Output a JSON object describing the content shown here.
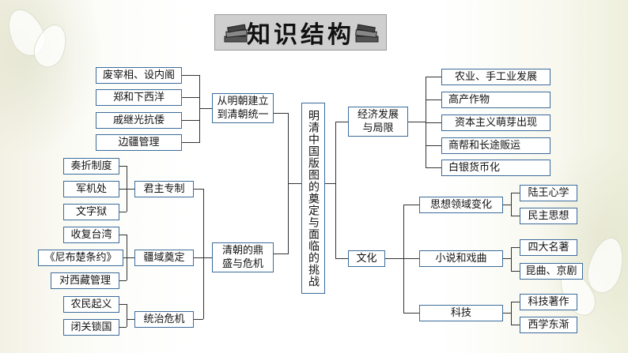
{
  "title": "知识结构",
  "center": "明清中国版图的奠定与面临的挑战",
  "left": {
    "b1": {
      "label": "从明朝建立到清朝统一",
      "line1": "从明朝建立",
      "line2": "到清朝统一",
      "items": [
        "废宰相、设内阁",
        "郑和下西洋",
        "戚继光抗倭",
        "边疆管理"
      ]
    },
    "b2": {
      "label": "清朝的鼎盛与危机",
      "line1": "清朝的鼎",
      "line2": "盛与危机",
      "groups": [
        {
          "label": "君主专制",
          "items": [
            "奏折制度",
            "军机处",
            "文字狱"
          ]
        },
        {
          "label": "疆域奠定",
          "items": [
            "收复台湾",
            "《尼布楚条约》",
            "对西藏管理"
          ]
        },
        {
          "label": "统治危机",
          "items": [
            "农民起义",
            "闭关锁国"
          ]
        }
      ]
    }
  },
  "right": {
    "b1": {
      "label": "经济发展与局限",
      "line1": "经济发展",
      "line2": "与局限",
      "items": [
        "农业、手工业发展",
        "高产作物",
        "资本主义萌芽出现",
        "商帮和长途贩运",
        "白银货币化"
      ]
    },
    "b2": {
      "label": "文化",
      "groups": [
        {
          "label": "思想领域变化",
          "items": [
            "陆王心学",
            "民主思想"
          ]
        },
        {
          "label": "小说和戏曲",
          "items": [
            "四大名著",
            "昆曲、京剧"
          ]
        },
        {
          "label": "科技",
          "items": [
            "科技著作",
            "西学东渐"
          ]
        }
      ]
    }
  },
  "colors": {
    "box_border": "#3b6b9a",
    "title_bg": "#cfcfcf"
  }
}
